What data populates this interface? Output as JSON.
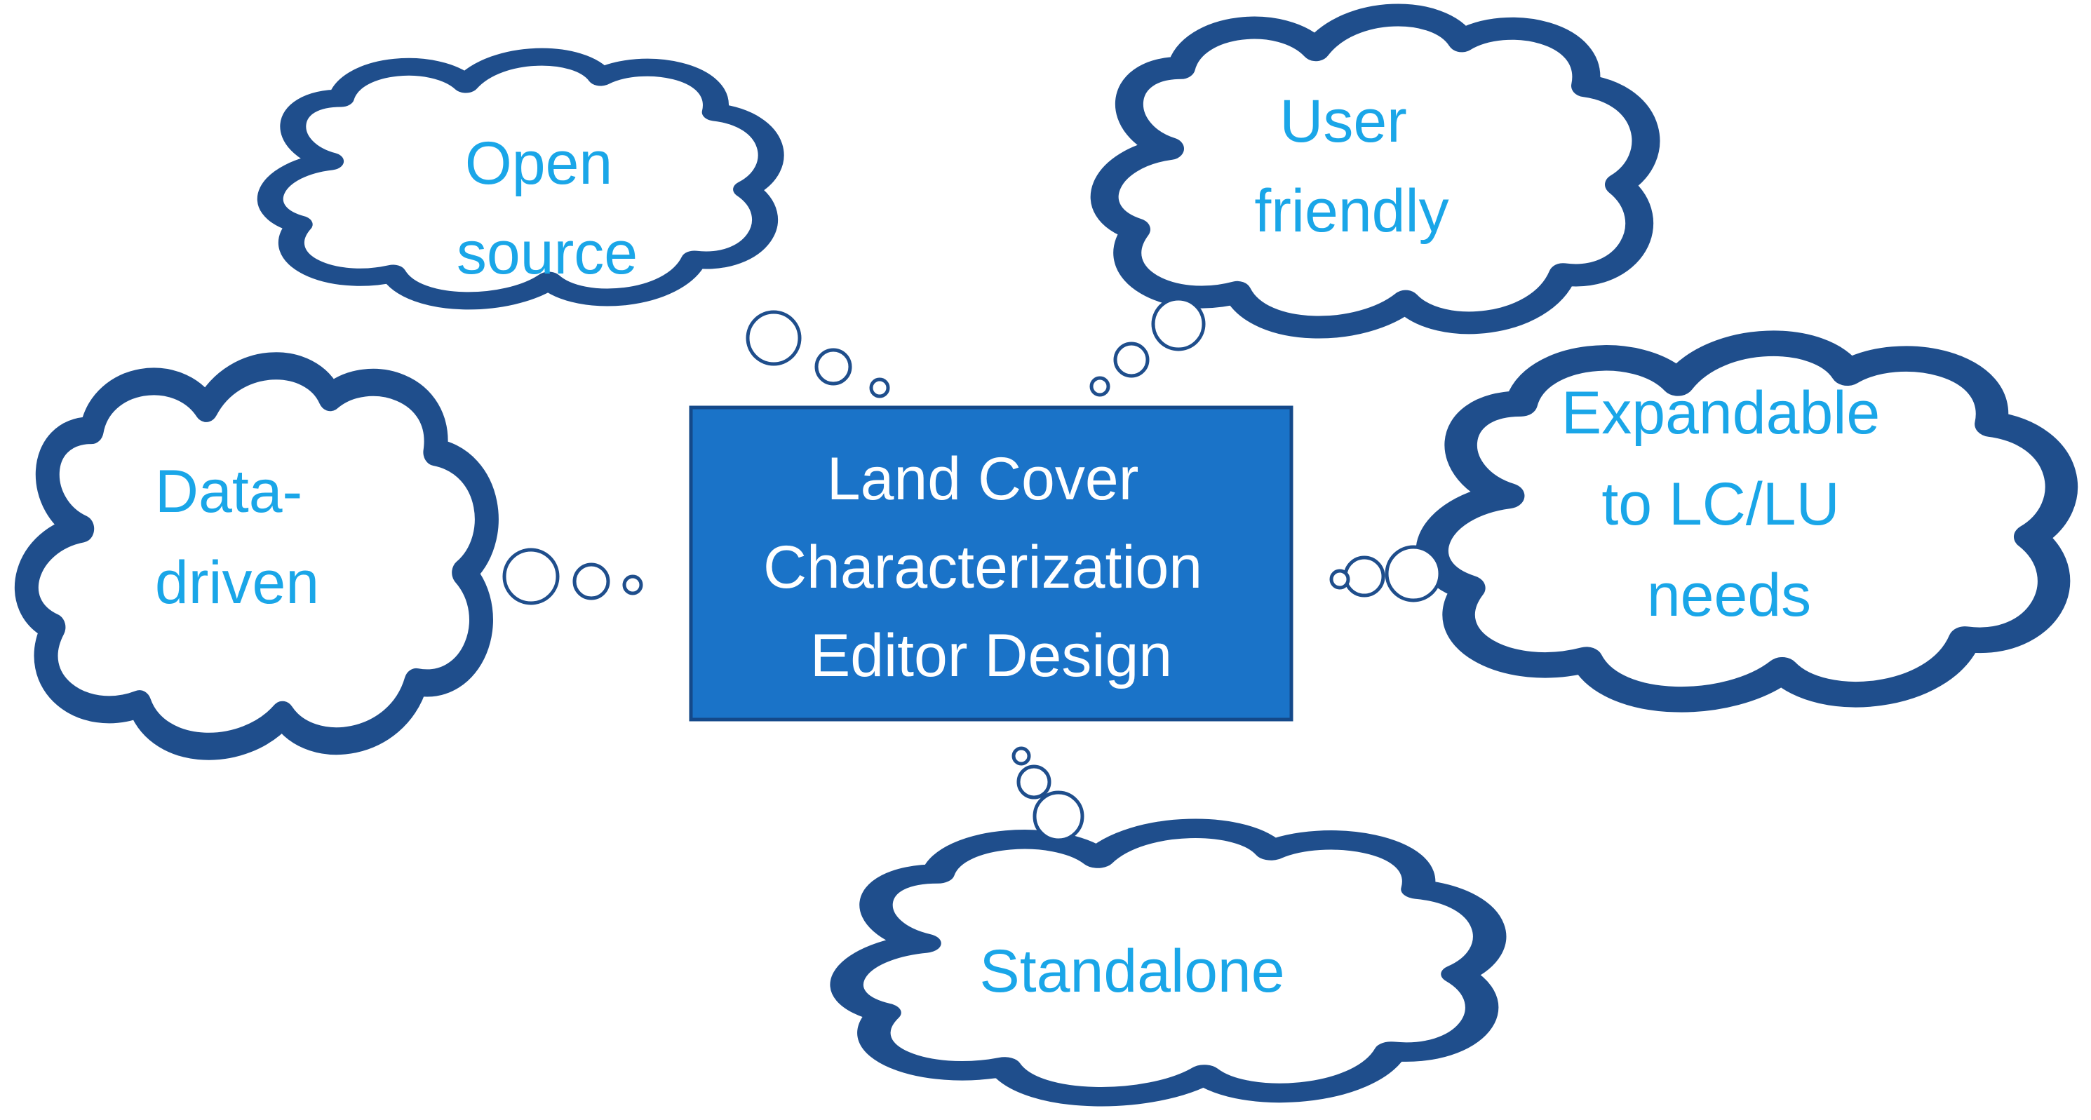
{
  "center": {
    "lines": [
      "Land Cover",
      "Characterization",
      "Editor Design"
    ]
  },
  "clouds": {
    "open_source": {
      "lines": [
        "Open",
        "source"
      ]
    },
    "user_friendly": {
      "lines": [
        "User",
        "friendly"
      ]
    },
    "data_driven": {
      "lines": [
        "Data-",
        "driven"
      ]
    },
    "expandable": {
      "lines": [
        "Expandable",
        "to LC/LU",
        "needs"
      ]
    },
    "standalone": {
      "lines": [
        "Standalone"
      ]
    }
  },
  "colors": {
    "center_fill": "#1a73c8",
    "cloud_stroke": "#1f4e8c",
    "cloud_text": "#1aa6e8",
    "center_text": "#ffffff"
  }
}
